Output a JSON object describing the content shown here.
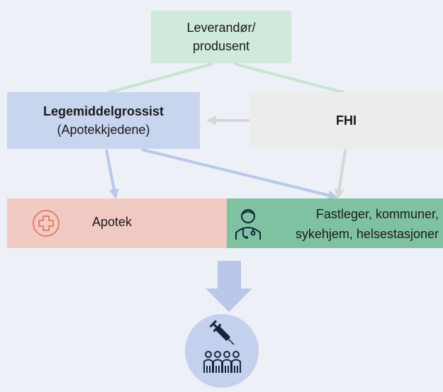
{
  "supplier": {
    "line1": "Leverandør/",
    "line2": "produsent"
  },
  "wholesaler": {
    "title": "Legemiddelgrossist",
    "subtitle": "(Apotekkjedene)"
  },
  "fhi": {
    "label": "FHI"
  },
  "pharmacy": {
    "label": "Apotek"
  },
  "gp": {
    "line1": "Fastleger, kommuner,",
    "line2": "sykehjem, helsestasjoner"
  },
  "colors": {
    "supplier": "#cfe9da",
    "wholesaler": "#c8d5ef",
    "fhi": "#ebeceb",
    "pharmacy": "#f1cbc3",
    "gp": "#7fc2a2",
    "arrow_green": "#c2e6cf",
    "arrow_blue": "#b9c7ea",
    "arrow_grey": "#d6d6d6",
    "icon_dark": "#11283a"
  },
  "icons": [
    "medical-cross-icon",
    "doctor-icon",
    "syringe-icon",
    "people-group-icon"
  ]
}
